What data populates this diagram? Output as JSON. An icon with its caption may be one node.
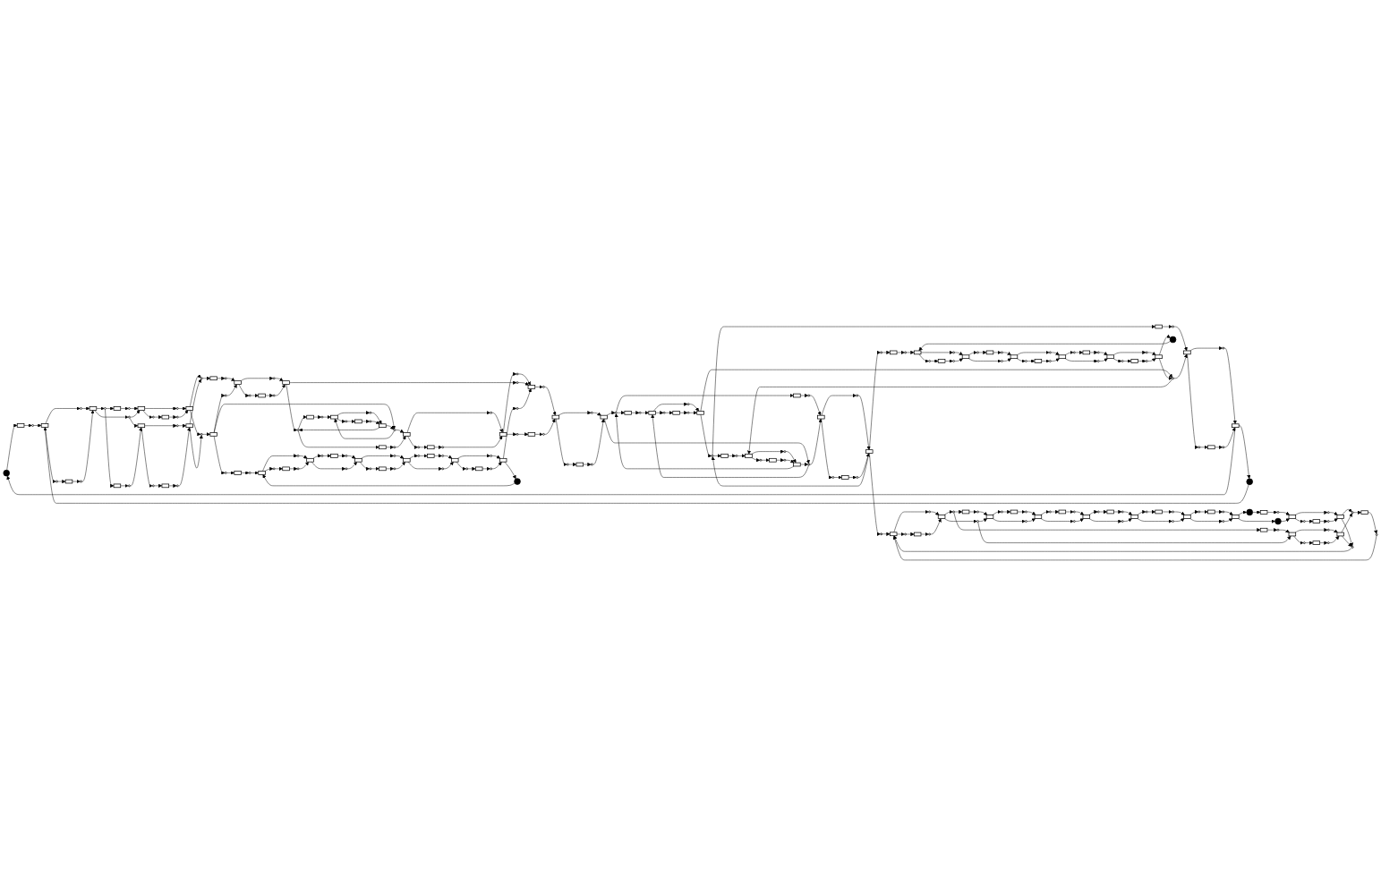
{
  "diagram": {
    "nodes": [
      {
        "text": [],
        "shape": "circle"
      },
      {
        "text": [],
        "shape": "bar"
      },
      {
        "text": [],
        "shape": "circle"
      },
      {
        "text": [],
        "shape": "bar"
      },
      {
        "text": [],
        "shape": "circle"
      },
      {
        "text": [],
        "shape": "circle"
      },
      {
        "text": [],
        "shape": "bar"
      },
      {
        "text": [],
        "shape": "circle"
      },
      {
        "text": [],
        "shape": "bar"
      },
      {
        "text": [],
        "shape": "circle"
      },
      {
        "text": [],
        "shape": "circle"
      },
      {
        "text": [],
        "shape": "bar"
      },
      {
        "text": [],
        "shape": "circle"
      },
      {
        "text": [],
        "shape": "bar"
      },
      {
        "text": [],
        "shape": "circle"
      },
      {
        "text": [],
        "shape": "circle"
      },
      {
        "text": [],
        "shape": "bar"
      },
      {
        "text": [],
        "shape": "circle"
      },
      {
        "text": [],
        "shape": "bar"
      },
      {
        "text": [],
        "shape": "bar"
      },
      {
        "text": [],
        "shape": "circle"
      },
      {
        "text": [],
        "shape": "bar"
      },
      {
        "text": [],
        "shape": "circle"
      },
      {
        "text": [],
        "shape": "circle"
      },
      {
        "text": [],
        "shape": "bar"
      },
      {
        "text": [],
        "shape": "circle"
      },
      {
        "text": [],
        "shape": "bar"
      },
      {
        "text": [],
        "shape": "circle"
      },
      {
        "text": [],
        "shape": "bar"
      },
      {
        "text": [],
        "shape": "circle"
      },
      {
        "text": [],
        "shape": "bar"
      },
      {
        "text": [],
        "shape": "circle"
      },
      {
        "text": [],
        "shape": "bar"
      },
      {
        "text": [],
        "shape": "circle"
      },
      {
        "text": [],
        "shape": "circle"
      },
      {
        "text": [],
        "shape": "circle"
      },
      {
        "text": [],
        "shape": "circle"
      },
      {
        "text": [],
        "shape": "bar"
      },
      {
        "text": [],
        "shape": "circle"
      },
      {
        "text": [],
        "shape": "bar"
      },
      {
        "text": [],
        "shape": "circle"
      },
      {
        "text": [],
        "shape": "circle"
      },
      {
        "text": [],
        "shape": "bar"
      },
      {
        "text": [],
        "shape": "circle"
      },
      {
        "text": [],
        "shape": "bar"
      },
      {
        "text": [],
        "shape": "circle"
      },
      {
        "text": [],
        "shape": "bar"
      },
      {
        "text": [],
        "shape": "circle"
      },
      {
        "text": [],
        "shape": "circle"
      },
      {
        "text": [],
        "shape": "bar"
      },
      {
        "text": [],
        "shape": "circle"
      },
      {
        "text": [],
        "shape": "bar"
      },
      {
        "text": [],
        "shape": "circle"
      },
      {
        "text": [],
        "shape": "bar"
      },
      {
        "text": [],
        "shape": "circle"
      },
      {
        "text": [],
        "shape": "circle"
      },
      {
        "text": [],
        "shape": "bar"
      },
      {
        "text": [],
        "shape": "circle"
      },
      {
        "text": [],
        "shape": "bar"
      },
      {
        "text": [],
        "shape": "circle"
      },
      {
        "text": [],
        "shape": "bar"
      },
      {
        "text": [],
        "shape": "circle"
      },
      {
        "text": [],
        "shape": "circle"
      },
      {
        "text": [],
        "shape": "bar"
      },
      {
        "text": [],
        "shape": "circle"
      },
      {
        "text": [],
        "shape": "circle"
      },
      {
        "text": [],
        "shape": "bar"
      },
      {
        "text": [],
        "shape": "circle"
      },
      {
        "text": [],
        "shape": "bar"
      },
      {
        "text": [],
        "shape": "circle"
      },
      {
        "text": [],
        "shape": "circle"
      },
      {
        "text": [],
        "shape": "bar"
      },
      {
        "text": [],
        "shape": "circle"
      },
      {
        "text": [],
        "shape": "bar"
      },
      {
        "text": [],
        "shape": "circle"
      },
      {
        "text": [],
        "shape": "bar"
      },
      {
        "text": [],
        "shape": "circle"
      },
      {
        "text": [],
        "shape": "circle"
      },
      {
        "text": [],
        "shape": "bar"
      },
      {
        "text": [],
        "shape": "circle"
      },
      {
        "text": [],
        "shape": "circle"
      },
      {
        "text": [],
        "shape": "bar"
      },
      {
        "text": [],
        "shape": "circle"
      },
      {
        "text": [],
        "shape": "bar"
      },
      {
        "text": [],
        "shape": "circle"
      },
      {
        "text": [],
        "shape": "bar"
      },
      {
        "text": [],
        "shape": "circle"
      },
      {
        "text": [],
        "shape": "circle"
      },
      {
        "text": [],
        "shape": "bar"
      },
      {
        "text": [],
        "shape": "circle"
      },
      {
        "text": [],
        "shape": "circle"
      },
      {
        "text": [],
        "shape": "bar"
      },
      {
        "text": [],
        "shape": "circle"
      },
      {
        "text": [],
        "shape": "bar"
      },
      {
        "text": [],
        "shape": "circle"
      },
      {
        "text": [],
        "shape": "circle"
      },
      {
        "text": [],
        "shape": "bar"
      },
      {
        "text": [],
        "shape": "circle"
      },
      {
        "text": [],
        "shape": "circle"
      },
      {
        "text": [],
        "shape": "bar"
      },
      {
        "text": [],
        "shape": "circle"
      },
      {
        "text": [],
        "shape": "bar"
      },
      {
        "text": [],
        "shape": "circle"
      },
      {
        "text": [],
        "shape": "circle"
      },
      {
        "text": [],
        "shape": "bar"
      },
      {
        "text": [],
        "shape": "circle"
      },
      {
        "text": [],
        "shape": "bar"
      },
      {
        "text": [],
        "shape": "circle"
      },
      {
        "text": [],
        "shape": "circle"
      },
      {
        "text": [],
        "shape": "bar"
      },
      {
        "text": [],
        "shape": "circle"
      },
      {
        "text": [],
        "shape": "bar"
      },
      {
        "text": [],
        "shape": "bar"
      },
      {
        "text": [],
        "shape": "circle"
      },
      {
        "text": [],
        "shape": "bar"
      },
      {
        "text": [],
        "shape": "circle"
      },
      {
        "text": [],
        "shape": "circle"
      },
      {
        "text": [],
        "shape": "bar"
      },
      {
        "text": [],
        "shape": "circle"
      },
      {
        "text": [],
        "shape": "bar"
      },
      {
        "text": [],
        "shape": "bar"
      },
      {
        "text": [],
        "shape": "circle"
      },
      {
        "text": [],
        "shape": "circle"
      },
      {
        "text": [],
        "shape": "bar"
      },
      {
        "text": [],
        "shape": "circle"
      },
      {
        "text": [],
        "shape": "bar"
      },
      {
        "text": [],
        "shape": "circle"
      },
      {
        "text": [],
        "shape": "bar"
      },
      {
        "text": [],
        "shape": "bar"
      },
      {
        "text": [],
        "shape": "circle"
      },
      {
        "text": [],
        "shape": "bar"
      },
      {
        "text": [],
        "shape": "circle"
      },
      {
        "text": [],
        "shape": "circle"
      },
      {
        "text": [],
        "shape": "bar"
      },
      {
        "text": [],
        "shape": "circle"
      },
      {
        "text": [],
        "shape": "bar"
      },
      {
        "text": [],
        "shape": "circle"
      },
      {
        "text": [],
        "shape": "bar"
      },
      {
        "text": [],
        "shape": "circle"
      },
      {
        "text": [],
        "shape": "bar"
      },
      {
        "text": [],
        "shape": "circle"
      },
      {
        "text": [],
        "shape": "circle"
      },
      {
        "text": [],
        "shape": "bar"
      },
      {
        "text": [],
        "shape": "circle"
      },
      {
        "text": [],
        "shape": "bar"
      },
      {
        "text": [],
        "shape": "circle"
      },
      {
        "text": [],
        "shape": "bar"
      },
      {
        "text": [],
        "shape": "circle"
      },
      {
        "text": [],
        "shape": "circle"
      },
      {
        "text": [],
        "shape": "bar"
      },
      {
        "text": [],
        "shape": "circle"
      },
      {
        "text": [],
        "shape": "circle"
      },
      {
        "text": [],
        "shape": "bar"
      },
      {
        "text": [],
        "shape": "circle"
      },
      {
        "text": [],
        "shape": "bar"
      },
      {
        "text": [],
        "shape": "circle"
      },
      {
        "text": [],
        "shape": "bar"
      },
      {
        "text": [],
        "shape": "circle"
      },
      {
        "text": [],
        "shape": "circle"
      },
      {
        "text": [],
        "shape": "bar"
      },
      {
        "text": [],
        "shape": "circle"
      },
      {
        "text": [],
        "shape": "circle"
      },
      {
        "text": [],
        "shape": "bar"
      },
      {
        "text": [],
        "shape": "circle"
      },
      {
        "text": [],
        "shape": "bar"
      },
      {
        "text": [],
        "shape": "circle"
      },
      {
        "text": [],
        "shape": "circle"
      },
      {
        "text": [],
        "shape": "circle"
      },
      {
        "text": [],
        "shape": "bar"
      },
      {
        "text": [],
        "shape": "circle"
      },
      {
        "text": [],
        "shape": "bar"
      },
      {
        "text": [],
        "shape": "circle"
      },
      {
        "text": [],
        "shape": "circle"
      },
      {
        "text": [],
        "shape": "bar"
      },
      {
        "text": [],
        "shape": "circle"
      },
      {
        "text": [],
        "shape": "bar"
      },
      {
        "text": [],
        "shape": "circle"
      },
      {
        "text": [],
        "shape": "bar"
      },
      {
        "text": [],
        "shape": "circle"
      },
      {
        "text": [],
        "shape": "bar"
      },
      {
        "text": [],
        "shape": "circle"
      },
      {
        "text": [],
        "shape": "circle"
      },
      {
        "text": [],
        "shape": "bar"
      },
      {
        "text": [],
        "shape": "circle"
      },
      {
        "text": [],
        "shape": "bar"
      },
      {
        "text": [],
        "shape": "circle"
      },
      {
        "text": [],
        "shape": "bar"
      },
      {
        "text": [],
        "shape": "bar"
      },
      {
        "text": [],
        "shape": "circle"
      },
      {
        "text": [],
        "shape": "bar"
      },
      {
        "text": [],
        "shape": "circle"
      },
      {
        "text": [],
        "shape": "bar"
      },
      {
        "text": [],
        "shape": "circle"
      },
      {
        "text": [],
        "shape": "circle"
      },
      {
        "text": [],
        "shape": "bar"
      },
      {
        "text": [],
        "shape": "circle"
      },
      {
        "text": [],
        "shape": "bar"
      },
      {
        "text": [],
        "shape": "circle"
      },
      {
        "text": [],
        "shape": "circle"
      },
      {
        "text": [],
        "shape": "circle"
      },
      {
        "text": [],
        "shape": "circle"
      },
      {
        "text": [],
        "shape": "bar"
      },
      {
        "text": [],
        "shape": "circle"
      },
      {
        "text": [],
        "shape": "bar"
      },
      {
        "text": [],
        "shape": "circle"
      },
      {
        "text": [],
        "shape": "bar"
      },
      {
        "text": [],
        "shape": "circle"
      },
      {
        "text": [],
        "shape": "bar"
      },
      {
        "text": [],
        "shape": "circle"
      },
      {
        "text": [],
        "shape": "circle"
      },
      {
        "text": [],
        "shape": "bar"
      },
      {
        "text": [],
        "shape": "circle"
      },
      {
        "text": [],
        "shape": "circle"
      },
      {
        "text": [],
        "shape": "bar"
      },
      {
        "text": [],
        "shape": "circle"
      },
      {
        "text": [],
        "shape": "circle"
      },
      {
        "text": [],
        "shape": "bar"
      },
      {
        "text": [],
        "shape": "circle"
      },
      {
        "text": [],
        "shape": "bar"
      },
      {
        "text": [],
        "shape": "circle"
      },
      {
        "text": [],
        "shape": "circle"
      },
      {
        "text": [],
        "shape": "bar"
      },
      {
        "text": [],
        "shape": "circle"
      },
      {
        "text": [],
        "shape": "bar"
      },
      {
        "text": [],
        "shape": "circle"
      },
      {
        "text": [],
        "shape": "circle"
      },
      {
        "text": [],
        "shape": "circle"
      }
    ],
    "edges": [
      {
        "from": 0,
        "to": 1,
        "arrow": "to"
      },
      {
        "from": 1,
        "to": 2,
        "arrow": "to"
      },
      {
        "from": 2,
        "to": 3,
        "arrow": "to"
      },
      {
        "from": 3,
        "to": 4,
        "arrow": "to"
      },
      {
        "from": 3,
        "to": 5,
        "arrow": "to"
      },
      {
        "from": 5,
        "to": 6,
        "arrow": "to"
      },
      {
        "from": 6,
        "to": 7,
        "arrow": "to"
      },
      {
        "from": 4,
        "to": 8,
        "arrow": "to"
      },
      {
        "from": 7,
        "to": 8,
        "arrow": "to"
      },
      {
        "from": 8,
        "to": 9,
        "arrow": "to"
      },
      {
        "from": 8,
        "to": 10,
        "arrow": "to"
      },
      {
        "from": 9,
        "to": 11,
        "arrow": "to"
      },
      {
        "from": 9,
        "to": 19,
        "arrow": "to"
      },
      {
        "from": 11,
        "to": 12,
        "arrow": "to"
      },
      {
        "from": 12,
        "to": 13,
        "arrow": "to"
      },
      {
        "from": 10,
        "to": 13,
        "arrow": "to"
      },
      {
        "from": 10,
        "to": 21,
        "arrow": "to"
      },
      {
        "from": 13,
        "to": 14,
        "arrow": "to"
      },
      {
        "from": 13,
        "to": 15,
        "arrow": "to"
      },
      {
        "from": 15,
        "to": 16,
        "arrow": "to"
      },
      {
        "from": 16,
        "to": 17,
        "arrow": "to"
      },
      {
        "from": 14,
        "to": 18,
        "arrow": "to"
      },
      {
        "from": 17,
        "to": 18,
        "arrow": "to"
      },
      {
        "from": 18,
        "to": 27,
        "arrow": "to"
      },
      {
        "from": 18,
        "to": 31,
        "arrow": "to"
      },
      {
        "from": 19,
        "to": 20,
        "arrow": "to"
      },
      {
        "from": 20,
        "to": 21,
        "arrow": "to"
      },
      {
        "from": 21,
        "to": 22,
        "arrow": "to"
      },
      {
        "from": 21,
        "to": 23,
        "arrow": "to"
      },
      {
        "from": 23,
        "to": 24,
        "arrow": "to"
      },
      {
        "from": 24,
        "to": 25,
        "arrow": "to"
      },
      {
        "from": 22,
        "to": 26,
        "arrow": "to"
      },
      {
        "from": 25,
        "to": 26,
        "arrow": "to"
      },
      {
        "from": 26,
        "to": 27,
        "arrow": "to"
      },
      {
        "from": 26,
        "to": 31,
        "arrow": "to"
      },
      {
        "from": 27,
        "to": 28,
        "arrow": "to"
      },
      {
        "from": 28,
        "to": 29,
        "arrow": "to"
      },
      {
        "from": 29,
        "to": 30,
        "arrow": "to"
      },
      {
        "from": 31,
        "to": 32,
        "arrow": "to"
      },
      {
        "from": 32,
        "to": 33,
        "arrow": "to"
      },
      {
        "from": 33,
        "to": 30,
        "arrow": "to"
      },
      {
        "from": 32,
        "to": 34,
        "arrow": "to"
      },
      {
        "from": 32,
        "to": 52,
        "arrow": "to"
      },
      {
        "from": 30,
        "to": 35,
        "arrow": "to"
      },
      {
        "from": 30,
        "to": 36,
        "arrow": "to"
      },
      {
        "from": 36,
        "to": 37,
        "arrow": "to"
      },
      {
        "from": 37,
        "to": 38,
        "arrow": "to"
      },
      {
        "from": 35,
        "to": 39,
        "arrow": "to"
      },
      {
        "from": 38,
        "to": 39,
        "arrow": "to"
      },
      {
        "from": 39,
        "to": 40,
        "arrow": "to"
      },
      {
        "from": 39,
        "to": 41,
        "arrow": "to"
      },
      {
        "from": 41,
        "to": 42,
        "arrow": "to"
      },
      {
        "from": 42,
        "to": 43,
        "arrow": "to"
      },
      {
        "from": 41,
        "to": 44,
        "arrow": "to"
      },
      {
        "from": 44,
        "to": 45,
        "arrow": "to"
      },
      {
        "from": 43,
        "to": 46,
        "arrow": "to"
      },
      {
        "from": 46,
        "to": 47,
        "arrow": "to"
      },
      {
        "from": 46,
        "to": 48,
        "arrow": "to"
      },
      {
        "from": 48,
        "to": 49,
        "arrow": "to"
      },
      {
        "from": 49,
        "to": 50,
        "arrow": "to"
      },
      {
        "from": 47,
        "to": 51,
        "arrow": "to"
      },
      {
        "from": 50,
        "to": 51,
        "arrow": "to"
      },
      {
        "from": 51,
        "to": 41,
        "arrow": "to"
      },
      {
        "from": 51,
        "to": 52,
        "arrow": "to"
      },
      {
        "from": 52,
        "to": 46,
        "arrow": "to"
      },
      {
        "from": 52,
        "to": 53,
        "arrow": "to"
      },
      {
        "from": 45,
        "to": 53,
        "arrow": "to"
      },
      {
        "from": 53,
        "to": 54,
        "arrow": "to"
      },
      {
        "from": 53,
        "to": 55,
        "arrow": "to"
      },
      {
        "from": 55,
        "to": 56,
        "arrow": "to"
      },
      {
        "from": 56,
        "to": 57,
        "arrow": "to"
      },
      {
        "from": 54,
        "to": 58,
        "arrow": "to"
      },
      {
        "from": 57,
        "to": 58,
        "arrow": "to"
      },
      {
        "from": 58,
        "to": 59,
        "arrow": "to"
      },
      {
        "from": 59,
        "to": 60,
        "arrow": "to"
      },
      {
        "from": 40,
        "to": 60,
        "arrow": "to"
      },
      {
        "from": 60,
        "to": 61,
        "arrow": "to"
      },
      {
        "from": 58,
        "to": 62,
        "arrow": "to"
      },
      {
        "from": 62,
        "to": 63,
        "arrow": "to"
      },
      {
        "from": 63,
        "to": 64,
        "arrow": "to"
      },
      {
        "from": 65,
        "to": 60,
        "arrow": "to"
      },
      {
        "from": 34,
        "to": 66,
        "arrow": "to"
      },
      {
        "from": 66,
        "to": 67,
        "arrow": "to"
      },
      {
        "from": 67,
        "to": 68,
        "arrow": "to"
      },
      {
        "from": 68,
        "to": 69,
        "arrow": "to"
      },
      {
        "from": 68,
        "to": 70,
        "arrow": "to"
      },
      {
        "from": 70,
        "to": 71,
        "arrow": "to"
      },
      {
        "from": 71,
        "to": 72,
        "arrow": "to"
      },
      {
        "from": 69,
        "to": 73,
        "arrow": "to"
      },
      {
        "from": 72,
        "to": 73,
        "arrow": "to"
      },
      {
        "from": 73,
        "to": 74,
        "arrow": "to"
      },
      {
        "from": 73,
        "to": 77,
        "arrow": "to"
      },
      {
        "from": 74,
        "to": 75,
        "arrow": "to"
      },
      {
        "from": 75,
        "to": 76,
        "arrow": "to"
      },
      {
        "from": 76,
        "to": 78,
        "arrow": "to"
      },
      {
        "from": 77,
        "to": 78,
        "arrow": "to"
      },
      {
        "from": 78,
        "to": 79,
        "arrow": "to"
      },
      {
        "from": 78,
        "to": 80,
        "arrow": "to"
      },
      {
        "from": 80,
        "to": 81,
        "arrow": "to"
      },
      {
        "from": 81,
        "to": 82,
        "arrow": "to"
      },
      {
        "from": 79,
        "to": 83,
        "arrow": "to"
      },
      {
        "from": 82,
        "to": 83,
        "arrow": "to"
      },
      {
        "from": 83,
        "to": 84,
        "arrow": "to"
      },
      {
        "from": 83,
        "to": 87,
        "arrow": "to"
      },
      {
        "from": 84,
        "to": 85,
        "arrow": "to"
      },
      {
        "from": 85,
        "to": 86,
        "arrow": "to"
      },
      {
        "from": 86,
        "to": 88,
        "arrow": "to"
      },
      {
        "from": 87,
        "to": 88,
        "arrow": "to"
      },
      {
        "from": 88,
        "to": 89,
        "arrow": "to"
      },
      {
        "from": 88,
        "to": 90,
        "arrow": "to"
      },
      {
        "from": 90,
        "to": 91,
        "arrow": "to"
      },
      {
        "from": 91,
        "to": 92,
        "arrow": "to"
      },
      {
        "from": 89,
        "to": 93,
        "arrow": "to"
      },
      {
        "from": 92,
        "to": 93,
        "arrow": "to"
      },
      {
        "from": 93,
        "to": 65,
        "arrow": "to"
      },
      {
        "from": 93,
        "to": 94,
        "arrow": "to"
      },
      {
        "from": 94,
        "to": 68,
        "arrow": "to"
      },
      {
        "from": 95,
        "to": 3,
        "arrow": "to"
      },
      {
        "from": 135,
        "to": 0,
        "arrow": "to"
      },
      {
        "from": 135,
        "to": 95,
        "arrow": "to"
      },
      {
        "from": 61,
        "to": 96,
        "arrow": "to"
      },
      {
        "from": 64,
        "to": 96,
        "arrow": "to"
      },
      {
        "from": 96,
        "to": 97,
        "arrow": "to"
      },
      {
        "from": 96,
        "to": 98,
        "arrow": "to"
      },
      {
        "from": 98,
        "to": 99,
        "arrow": "to"
      },
      {
        "from": 99,
        "to": 100,
        "arrow": "to"
      },
      {
        "from": 97,
        "to": 101,
        "arrow": "to"
      },
      {
        "from": 100,
        "to": 101,
        "arrow": "to"
      },
      {
        "from": 101,
        "to": 102,
        "arrow": "to"
      },
      {
        "from": 101,
        "to": 103,
        "arrow": "to"
      },
      {
        "from": 102,
        "to": 104,
        "arrow": "to"
      },
      {
        "from": 102,
        "to": 112,
        "arrow": "to"
      },
      {
        "from": 104,
        "to": 105,
        "arrow": "to"
      },
      {
        "from": 105,
        "to": 106,
        "arrow": "to"
      },
      {
        "from": 103,
        "to": 106,
        "arrow": "to"
      },
      {
        "from": 106,
        "to": 107,
        "arrow": "to"
      },
      {
        "from": 106,
        "to": 108,
        "arrow": "to"
      },
      {
        "from": 108,
        "to": 109,
        "arrow": "to"
      },
      {
        "from": 109,
        "to": 110,
        "arrow": "to"
      },
      {
        "from": 107,
        "to": 111,
        "arrow": "to"
      },
      {
        "from": 110,
        "to": 111,
        "arrow": "to"
      },
      {
        "from": 111,
        "to": 225,
        "arrow": "to"
      },
      {
        "from": 111,
        "to": 226,
        "arrow": "to"
      },
      {
        "from": 112,
        "to": 113,
        "arrow": "to"
      },
      {
        "from": 113,
        "to": 114,
        "arrow": "to"
      },
      {
        "from": 103,
        "to": 114,
        "arrow": "to"
      },
      {
        "from": 114,
        "to": 115,
        "arrow": "to"
      },
      {
        "from": 114,
        "to": 116,
        "arrow": "to"
      },
      {
        "from": 116,
        "to": 117,
        "arrow": "to"
      },
      {
        "from": 117,
        "to": 118,
        "arrow": "to"
      },
      {
        "from": 115,
        "to": 119,
        "arrow": "to"
      },
      {
        "from": 118,
        "to": 119,
        "arrow": "to"
      },
      {
        "from": 119,
        "to": 225,
        "arrow": "to"
      },
      {
        "from": 119,
        "to": 136,
        "arrow": "to"
      },
      {
        "from": 119,
        "to": 166,
        "arrow": "to"
      },
      {
        "from": 225,
        "to": 127,
        "arrow": "to"
      },
      {
        "from": 127,
        "to": 126,
        "arrow": "to"
      },
      {
        "from": 126,
        "to": 125,
        "arrow": "to"
      },
      {
        "from": 125,
        "to": 121,
        "arrow": "to"
      },
      {
        "from": 125,
        "to": 124,
        "arrow": "to"
      },
      {
        "from": 124,
        "to": 123,
        "arrow": "to"
      },
      {
        "from": 123,
        "to": 122,
        "arrow": "to"
      },
      {
        "from": 121,
        "to": 120,
        "arrow": "to"
      },
      {
        "from": 122,
        "to": 120,
        "arrow": "to"
      },
      {
        "from": 120,
        "to": 102,
        "arrow": "to"
      },
      {
        "from": 120,
        "to": 103,
        "arrow": "to"
      },
      {
        "from": 226,
        "to": 125,
        "arrow": "to"
      },
      {
        "from": 225,
        "to": 128,
        "arrow": "to"
      },
      {
        "from": 128,
        "to": 129,
        "arrow": "to"
      },
      {
        "from": 129,
        "to": 130,
        "arrow": "to"
      },
      {
        "from": 226,
        "to": 130,
        "arrow": "to"
      },
      {
        "from": 130,
        "to": 131,
        "arrow": "to"
      },
      {
        "from": 130,
        "to": 132,
        "arrow": "to"
      },
      {
        "from": 132,
        "to": 133,
        "arrow": "to"
      },
      {
        "from": 133,
        "to": 134,
        "arrow": "to"
      },
      {
        "from": 131,
        "to": 135,
        "arrow": "to"
      },
      {
        "from": 134,
        "to": 135,
        "arrow": "to"
      },
      {
        "from": 136,
        "to": 137,
        "arrow": "to"
      },
      {
        "from": 137,
        "to": 138,
        "arrow": "to"
      },
      {
        "from": 138,
        "to": 139,
        "arrow": "to"
      },
      {
        "from": 139,
        "to": 140,
        "arrow": "to"
      },
      {
        "from": 139,
        "to": 141,
        "arrow": "to"
      },
      {
        "from": 141,
        "to": 142,
        "arrow": "to"
      },
      {
        "from": 142,
        "to": 143,
        "arrow": "to"
      },
      {
        "from": 140,
        "to": 144,
        "arrow": "to"
      },
      {
        "from": 143,
        "to": 144,
        "arrow": "to"
      },
      {
        "from": 144,
        "to": 145,
        "arrow": "to"
      },
      {
        "from": 144,
        "to": 148,
        "arrow": "to"
      },
      {
        "from": 145,
        "to": 146,
        "arrow": "to"
      },
      {
        "from": 146,
        "to": 147,
        "arrow": "to"
      },
      {
        "from": 147,
        "to": 149,
        "arrow": "to"
      },
      {
        "from": 148,
        "to": 149,
        "arrow": "to"
      },
      {
        "from": 149,
        "to": 150,
        "arrow": "to"
      },
      {
        "from": 149,
        "to": 151,
        "arrow": "to"
      },
      {
        "from": 151,
        "to": 152,
        "arrow": "to"
      },
      {
        "from": 152,
        "to": 153,
        "arrow": "to"
      },
      {
        "from": 150,
        "to": 154,
        "arrow": "to"
      },
      {
        "from": 153,
        "to": 154,
        "arrow": "to"
      },
      {
        "from": 154,
        "to": 155,
        "arrow": "to"
      },
      {
        "from": 154,
        "to": 158,
        "arrow": "to"
      },
      {
        "from": 155,
        "to": 156,
        "arrow": "to"
      },
      {
        "from": 156,
        "to": 157,
        "arrow": "to"
      },
      {
        "from": 157,
        "to": 159,
        "arrow": "to"
      },
      {
        "from": 158,
        "to": 159,
        "arrow": "to"
      },
      {
        "from": 159,
        "to": 160,
        "arrow": "to"
      },
      {
        "from": 159,
        "to": 161,
        "arrow": "to"
      },
      {
        "from": 161,
        "to": 162,
        "arrow": "to"
      },
      {
        "from": 162,
        "to": 163,
        "arrow": "to"
      },
      {
        "from": 160,
        "to": 164,
        "arrow": "to"
      },
      {
        "from": 163,
        "to": 164,
        "arrow": "to"
      },
      {
        "from": 164,
        "to": 165,
        "arrow": "to"
      },
      {
        "from": 165,
        "to": 139,
        "arrow": "to"
      },
      {
        "from": 164,
        "to": 226,
        "arrow": "to"
      },
      {
        "from": 166,
        "to": 179,
        "arrow": "to"
      },
      {
        "from": 167,
        "to": 168,
        "arrow": "to"
      },
      {
        "from": 168,
        "to": 169,
        "arrow": "to"
      },
      {
        "from": 169,
        "to": 170,
        "arrow": "to"
      },
      {
        "from": 170,
        "to": 171,
        "arrow": "to"
      },
      {
        "from": 170,
        "to": 172,
        "arrow": "to"
      },
      {
        "from": 172,
        "to": 173,
        "arrow": "to"
      },
      {
        "from": 173,
        "to": 174,
        "arrow": "to"
      },
      {
        "from": 171,
        "to": 175,
        "arrow": "to"
      },
      {
        "from": 174,
        "to": 175,
        "arrow": "to"
      },
      {
        "from": 175,
        "to": 176,
        "arrow": "to"
      },
      {
        "from": 175,
        "to": 190,
        "arrow": "to"
      },
      {
        "from": 176,
        "to": 177,
        "arrow": "to"
      },
      {
        "from": 177,
        "to": 178,
        "arrow": "to"
      },
      {
        "from": 178,
        "to": 179,
        "arrow": "to"
      },
      {
        "from": 190,
        "to": 179,
        "arrow": "to"
      },
      {
        "from": 179,
        "to": 180,
        "arrow": "to"
      },
      {
        "from": 179,
        "to": 181,
        "arrow": "to"
      },
      {
        "from": 181,
        "to": 182,
        "arrow": "to"
      },
      {
        "from": 182,
        "to": 183,
        "arrow": "to"
      },
      {
        "from": 180,
        "to": 184,
        "arrow": "to"
      },
      {
        "from": 183,
        "to": 184,
        "arrow": "to"
      },
      {
        "from": 184,
        "to": 185,
        "arrow": "to"
      },
      {
        "from": 184,
        "to": 198,
        "arrow": "to"
      },
      {
        "from": 185,
        "to": 186,
        "arrow": "to"
      },
      {
        "from": 185,
        "to": 187,
        "arrow": "to"
      },
      {
        "from": 186,
        "to": 188,
        "arrow": "to"
      },
      {
        "from": 188,
        "to": 189,
        "arrow": "to"
      },
      {
        "from": 187,
        "to": 197,
        "arrow": "to"
      },
      {
        "from": 197,
        "to": 196,
        "arrow": "to"
      },
      {
        "from": 196,
        "to": 192,
        "arrow": "to"
      },
      {
        "from": 196,
        "to": 195,
        "arrow": "to"
      },
      {
        "from": 195,
        "to": 194,
        "arrow": "to"
      },
      {
        "from": 194,
        "to": 193,
        "arrow": "to"
      },
      {
        "from": 192,
        "to": 191,
        "arrow": "to"
      },
      {
        "from": 193,
        "to": 191,
        "arrow": "to"
      },
      {
        "from": 191,
        "to": 190,
        "arrow": "to"
      },
      {
        "from": 191,
        "to": 176,
        "arrow": "to"
      },
      {
        "from": 198,
        "to": 196,
        "arrow": "to"
      },
      {
        "from": 198,
        "to": 189,
        "arrow": "to"
      },
      {
        "from": 189,
        "to": 199,
        "arrow": "to"
      },
      {
        "from": 189,
        "to": 200,
        "arrow": "to"
      },
      {
        "from": 200,
        "to": 201,
        "arrow": "to"
      },
      {
        "from": 201,
        "to": 202,
        "arrow": "to"
      },
      {
        "from": 202,
        "to": 203,
        "arrow": "to"
      },
      {
        "from": 199,
        "to": 203,
        "arrow": "to"
      },
      {
        "from": 203,
        "to": 204,
        "arrow": "to"
      },
      {
        "from": 203,
        "to": 208,
        "arrow": "to"
      },
      {
        "from": 204,
        "to": 205,
        "arrow": "to"
      },
      {
        "from": 205,
        "to": 206,
        "arrow": "to"
      },
      {
        "from": 206,
        "to": 207,
        "arrow": "to"
      },
      {
        "from": 208,
        "to": 207,
        "arrow": "to"
      },
      {
        "from": 207,
        "to": 212,
        "arrow": "to"
      },
      {
        "from": 207,
        "to": 209,
        "arrow": "to"
      },
      {
        "from": 209,
        "to": 210,
        "arrow": "to"
      },
      {
        "from": 210,
        "to": 211,
        "arrow": "to"
      },
      {
        "from": 211,
        "to": 213,
        "arrow": "to"
      },
      {
        "from": 212,
        "to": 213,
        "arrow": "to"
      },
      {
        "from": 213,
        "to": 215,
        "arrow": "to"
      },
      {
        "from": 213,
        "to": 214,
        "arrow": "to"
      },
      {
        "from": 215,
        "to": 216,
        "arrow": "to"
      },
      {
        "from": 216,
        "to": 217,
        "arrow": "to"
      },
      {
        "from": 217,
        "to": 218,
        "arrow": "to"
      },
      {
        "from": 214,
        "to": 218,
        "arrow": "to"
      },
      {
        "from": 218,
        "to": 219,
        "arrow": "to"
      },
      {
        "from": 218,
        "to": 220,
        "arrow": "to"
      },
      {
        "from": 220,
        "to": 221,
        "arrow": "to"
      },
      {
        "from": 221,
        "to": 222,
        "arrow": "to"
      },
      {
        "from": 222,
        "to": 223,
        "arrow": "to"
      },
      {
        "from": 219,
        "to": 223,
        "arrow": "to"
      },
      {
        "from": 223,
        "to": 224,
        "arrow": "to"
      },
      {
        "from": 223,
        "to": 167,
        "arrow": "to"
      },
      {
        "from": 224,
        "to": 170,
        "arrow": "to"
      }
    ]
  }
}
